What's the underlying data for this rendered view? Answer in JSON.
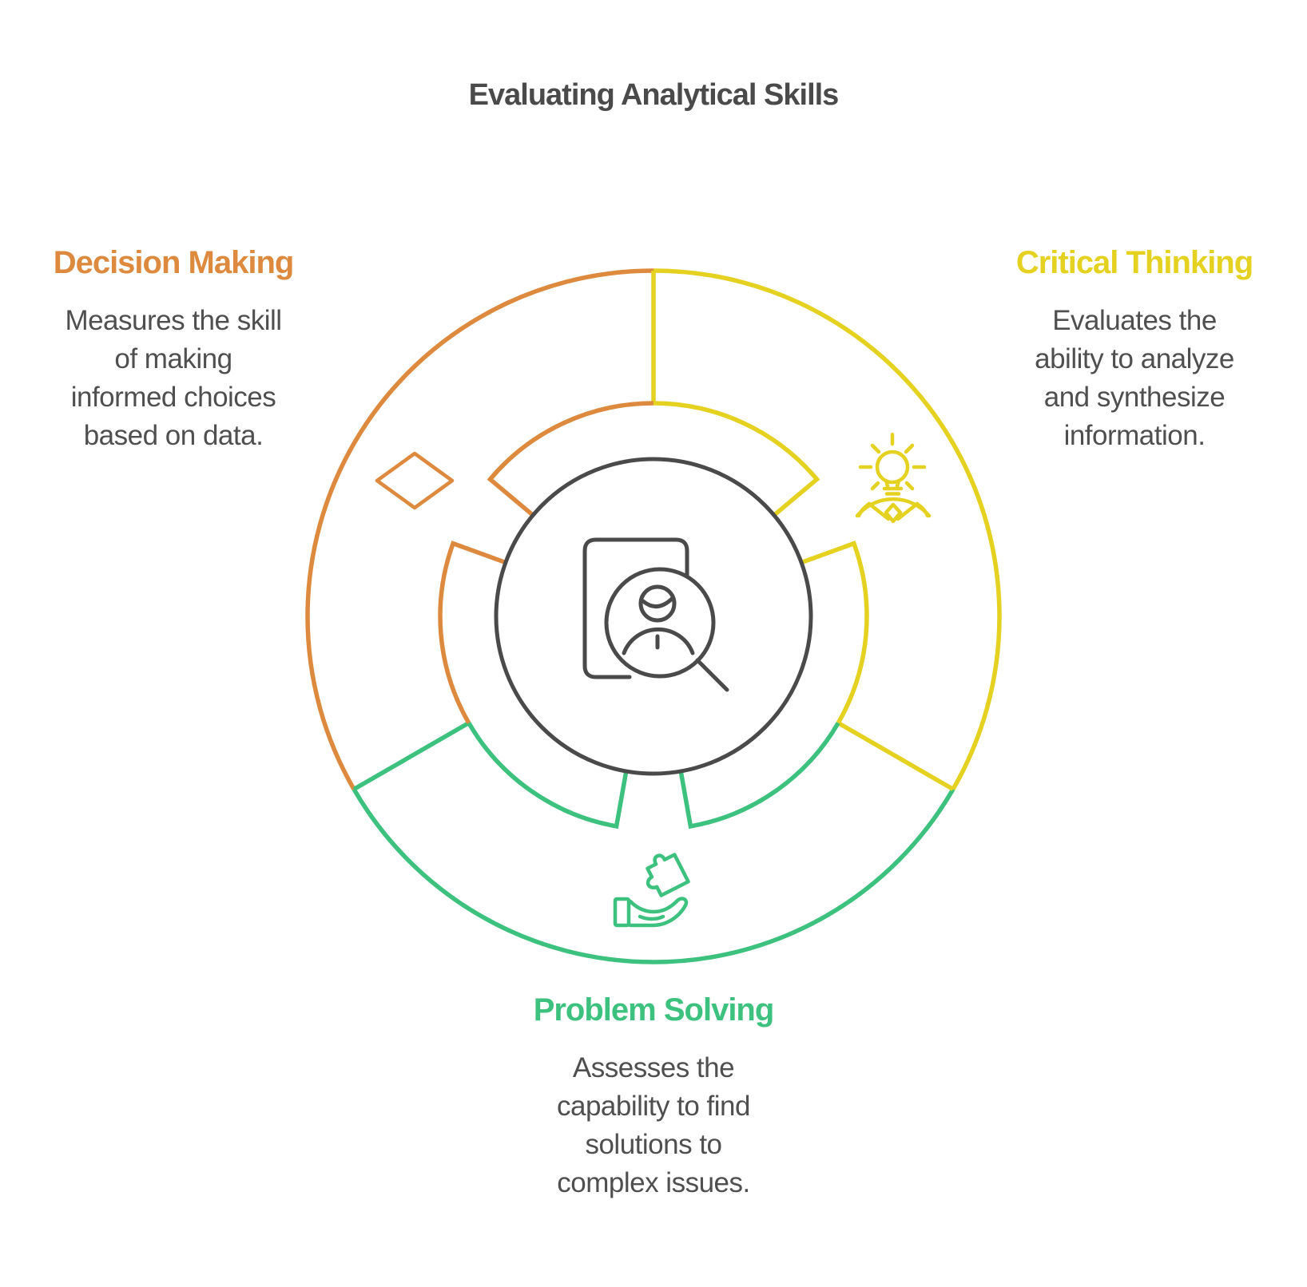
{
  "title": "Evaluating Analytical Skills",
  "colors": {
    "orange": "#DD8A3E",
    "yellow": "#E5D120",
    "green": "#3DC17E",
    "gray": "#4A4A4B",
    "text": "#4F4F4F"
  },
  "sections": [
    {
      "id": "decision-making",
      "label": "Decision Making",
      "color": "#DD8A3E",
      "icon": "diamond-icon",
      "lines": [
        "Measures the skill",
        "of making",
        "informed choices",
        "based on data."
      ]
    },
    {
      "id": "critical-thinking",
      "label": "Critical Thinking",
      "color": "#E5D120",
      "icon": "lightbulb-person-icon",
      "lines": [
        "Evaluates the",
        "ability to analyze",
        "and synthesize",
        "information."
      ]
    },
    {
      "id": "problem-solving",
      "label": "Problem Solving",
      "color": "#3DC17E",
      "icon": "puzzle-hand-icon",
      "lines": [
        "Assesses the",
        "capability to find",
        "solutions to",
        "complex issues."
      ]
    }
  ],
  "center": {
    "icon": "document-person-magnifier-icon"
  }
}
